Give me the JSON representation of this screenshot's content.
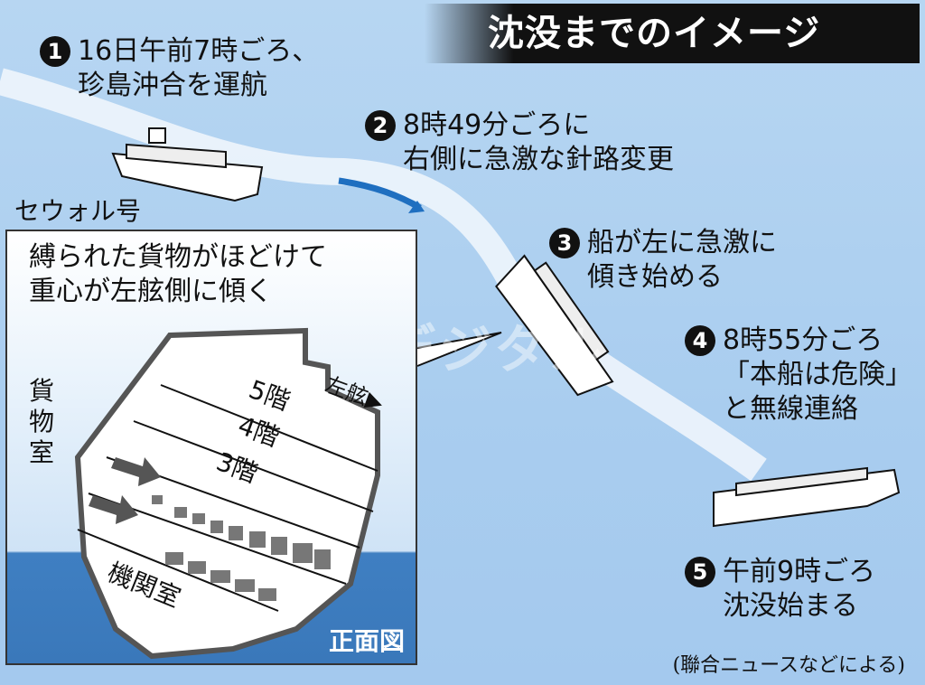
{
  "title": "沈没までのイメージ",
  "ship_name": "セウォル号",
  "steps": [
    {
      "num": "1",
      "lines": [
        "16日午前7時ごろ、",
        "珍島沖合を運航"
      ]
    },
    {
      "num": "2",
      "lines": [
        "8時49分ごろに",
        "右側に急激な針路変更"
      ]
    },
    {
      "num": "3",
      "lines": [
        "船が左に急激に",
        "傾き始める"
      ]
    },
    {
      "num": "4",
      "lines": [
        "8時55分ごろ",
        "「本船は危険」",
        "と無線連絡"
      ]
    },
    {
      "num": "5",
      "lines": [
        "午前9時ごろ",
        "沈没始まる"
      ]
    }
  ],
  "inset": {
    "caption": [
      "縛られた貨物がほどけて",
      "重心が左舷側に傾く"
    ],
    "decks": [
      "5階",
      "4階",
      "3階"
    ],
    "port_label": "左舷▶",
    "cargo_hold": "貨物室",
    "engine_room": "機関室",
    "view_label": "正面図"
  },
  "watermark": "産経デジタル",
  "source": "(聯合ニュースなどによる)",
  "colors": {
    "sea": "#a9cdef",
    "route": "#e8f2fb",
    "arrow": "#1f6fc0",
    "title_bg": "#111111",
    "water": "#3a78ba"
  }
}
